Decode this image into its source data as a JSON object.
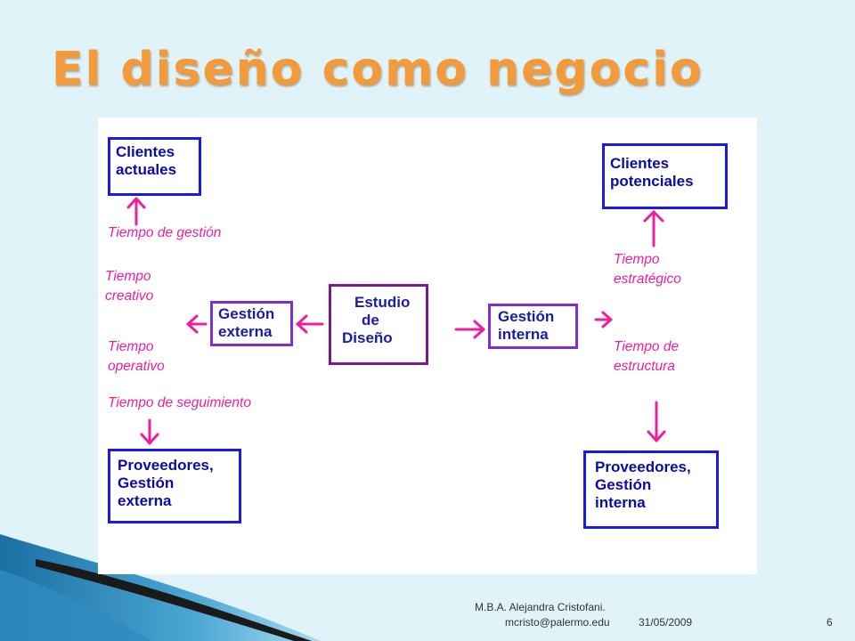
{
  "title": "El diseño como negocio",
  "diagram": {
    "clientes_actuales": [
      "Clientes",
      "actuales"
    ],
    "clientes_potenciales": [
      "Clientes",
      "potenciales"
    ],
    "estudio": [
      "Estudio",
      "de",
      "Diseño"
    ],
    "gestion_externa": [
      "Gestión",
      "externa"
    ],
    "gestion_interna": [
      "Gestión",
      "interna"
    ],
    "proveedores_externa": [
      "Proveedores,",
      "Gestión",
      "externa"
    ],
    "proveedores_interna": [
      "Proveedores,",
      "Gestión",
      "interna"
    ],
    "tiempo_gestion": "Tiempo de gestión",
    "tiempo_creativo": [
      "Tiempo",
      "creativo"
    ],
    "tiempo_operativo": [
      "Tiempo",
      "operativo"
    ],
    "tiempo_seguimiento": "Tiempo de seguimiento",
    "tiempo_estrategico": [
      "Tiempo",
      "estratégico"
    ],
    "tiempo_estructura": [
      "Tiempo de",
      "estructura"
    ]
  },
  "footer": {
    "author": "M.B.A. Alejandra Cristofani.",
    "email": "mcristo@palermo.edu",
    "date": "31/05/2009",
    "page": "6"
  },
  "colors": {
    "title": "#f39a3a",
    "box_blue": "#1a1ae6",
    "box_purple": "#7d2fd6",
    "arrows_labels": "#ec1fa0",
    "background": "#dff3f9"
  }
}
